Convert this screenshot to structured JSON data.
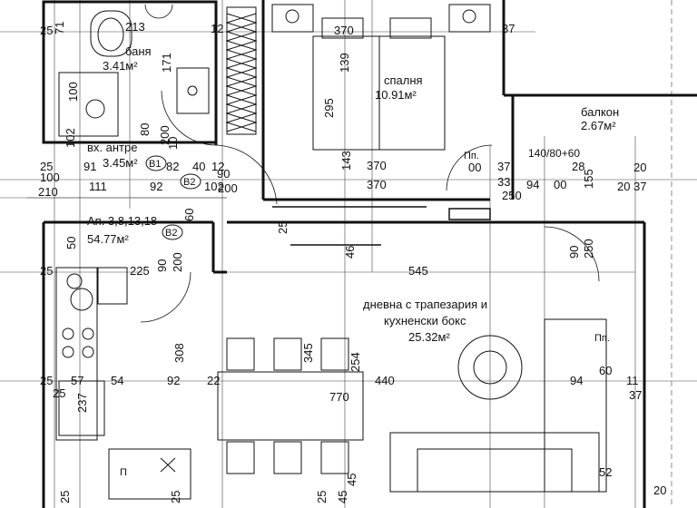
{
  "rooms": {
    "bath": {
      "name": "баня",
      "area": "3.41м²"
    },
    "bedroom": {
      "name": "спалня",
      "area": "10.91м²"
    },
    "balcony": {
      "name": "балкон",
      "area": "2.67м²"
    },
    "entry": {
      "name": "вх. антре",
      "area": "3.45м²"
    },
    "living": {
      "name1": "дневна с трапезария и",
      "name2": "кухненски бокс",
      "area": "25.32м²"
    }
  },
  "apartment": {
    "label": "Ап. 3,8,13,18",
    "area": "54.77м²"
  },
  "door_tags": {
    "b1": "В1",
    "b2a": "В2",
    "b2b": "В2"
  },
  "window_tag": "140/80+60",
  "pp_labels": [
    "Пп.",
    "Пп."
  ],
  "fixture_tag": "П",
  "dims": [
    "25",
    "71",
    "213",
    "12",
    "370",
    "37",
    "171",
    "139",
    "295",
    "100",
    "80",
    "200",
    "10",
    "102",
    "91",
    "82",
    "40",
    "12",
    "90",
    "25",
    "100",
    "92",
    "102",
    "200",
    "210",
    "111",
    "143",
    "370",
    "00",
    "37",
    "33",
    "94",
    "00",
    "155",
    "28",
    "20",
    "20",
    "37",
    "250",
    "370",
    "60",
    "25",
    "50",
    "200",
    "90",
    "46",
    "545",
    "225",
    "25",
    "90",
    "250",
    "25",
    "57",
    "54",
    "92",
    "22",
    "308",
    "345",
    "254",
    "770",
    "440",
    "94",
    "11",
    "60",
    "25",
    "237",
    "37",
    "45",
    "45",
    "25",
    "25",
    "25",
    "20",
    "52"
  ]
}
